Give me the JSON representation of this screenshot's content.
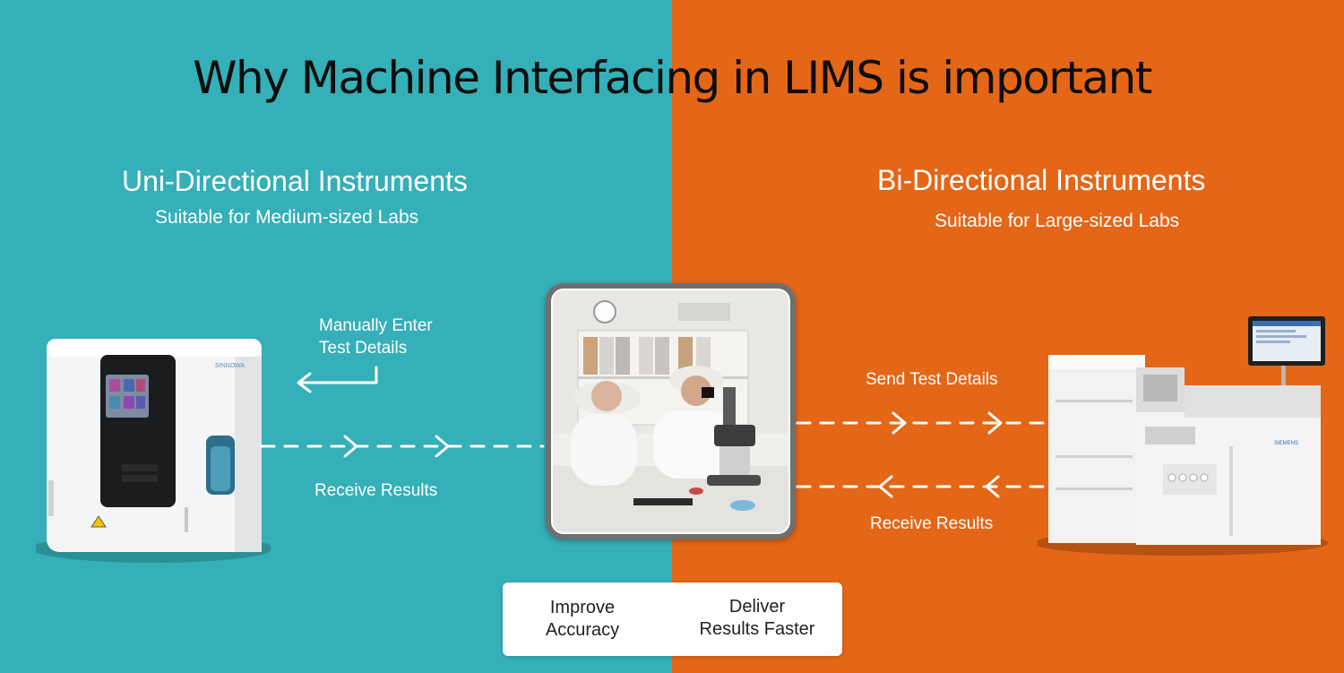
{
  "title": "Why Machine Interfacing in LIMS is important",
  "colors": {
    "left_bg": "#35afb8",
    "right_bg": "#e46617",
    "title_text": "#0d0d0d"
  },
  "uni": {
    "title": "Uni-Directional Instruments",
    "subtitle": "Suitable for Medium-sized Labs",
    "manual_label_line1": "Manually Enter",
    "manual_label_line2": "Test Details",
    "receive_label": "Receive Results",
    "device_brand": "SINNOWA"
  },
  "bi": {
    "title": "Bi-Directional Instruments",
    "subtitle": "Suitable for Large-sized Labs",
    "send_label": "Send Test Details",
    "receive_label": "Receive Results",
    "device_brand": "SIEMENS"
  },
  "benefits": [
    {
      "line1": "Improve",
      "line2": "Accuracy"
    },
    {
      "line1": "Deliver",
      "line2": "Results Faster"
    }
  ],
  "icons": [
    "arrow-left-icon",
    "chevron-right-icon",
    "chevron-left-icon"
  ]
}
